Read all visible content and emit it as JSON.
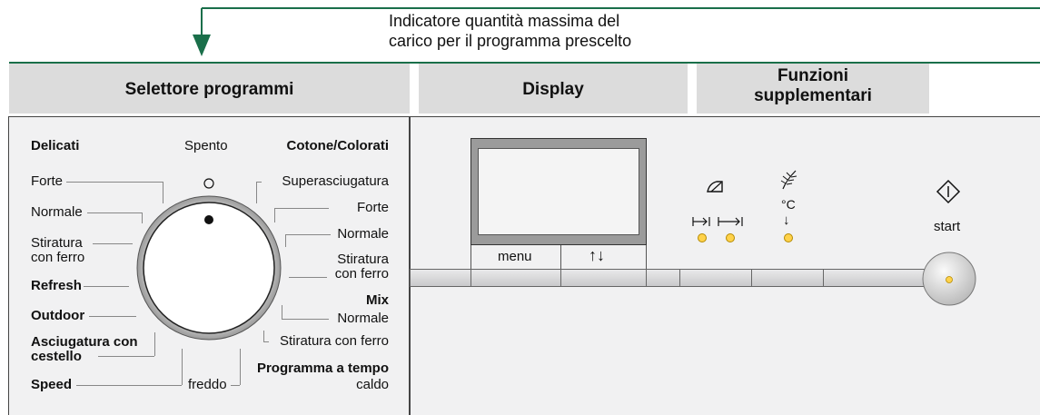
{
  "callout": {
    "line1": "Indicatore quantità massima del",
    "line2": "carico per il programma prescelto"
  },
  "headers": {
    "selector": "Selettore programmi",
    "display": "Display",
    "functions_line1": "Funzioni",
    "functions_line2": "supplementari"
  },
  "left_labels": {
    "delicati": "Delicati",
    "forte": "Forte",
    "normale": "Normale",
    "stiratura1": "Stiratura",
    "stiratura2": "con ferro",
    "refresh": "Refresh",
    "outdoor": "Outdoor",
    "asciugatura1": "Asciugatura con",
    "asciugatura2": "cestello",
    "speed": "Speed"
  },
  "top_labels": {
    "spento": "Spento",
    "cotone": "Cotone/Colorati"
  },
  "bottom_labels": {
    "freddo": "freddo",
    "programma_tempo": "Programma a tempo",
    "caldo": "caldo"
  },
  "right_labels": {
    "superasciugatura": "Superasciugatura",
    "forte": "Forte",
    "normale": "Normale",
    "stiratura1": "Stiratura",
    "stiratura2": "con ferro",
    "mix": "Mix",
    "mix_normale": "Normale",
    "stiratura_ferro": "Stiratura con ferro"
  },
  "display_panel": {
    "menu_label": "menu",
    "arrows_label": "↑↓"
  },
  "functions_panel": {
    "temp_unit": "°C",
    "time_left": "⊢⊣",
    "time_right": "⊢⊣",
    "down_arrow": "↓",
    "start_label": "start"
  },
  "colors": {
    "accent_green": "#1a6f4a",
    "led": "#ffd24a",
    "panel_bg": "#f1f1f2",
    "header_bg": "#dcdcdc"
  }
}
